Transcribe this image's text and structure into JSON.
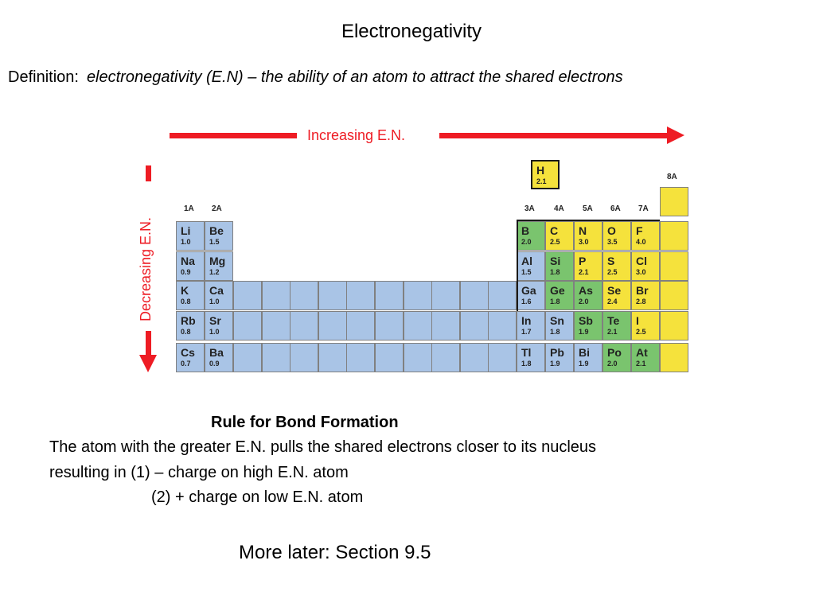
{
  "title": "Electronegativity",
  "definition": {
    "label": "Definition:",
    "text": "electronegativity (E.N) – the ability of an atom to attract the shared electrons"
  },
  "arrows": {
    "increasing": "Increasing E.N.",
    "decreasing": "Decreasing E.N."
  },
  "colors": {
    "arrow": "#ee1c24",
    "metal": "#a9c4e6",
    "nonmetal": "#f5e23c",
    "metalloid": "#7ac46e"
  },
  "groups": [
    "1A",
    "2A",
    "3A",
    "4A",
    "5A",
    "6A",
    "7A",
    "8A"
  ],
  "hydrogen": {
    "symbol": "H",
    "en": "2.1"
  },
  "elements": [
    {
      "symbol": "Li",
      "en": "1.0"
    },
    {
      "symbol": "Be",
      "en": "1.5"
    },
    {
      "symbol": "B",
      "en": "2.0"
    },
    {
      "symbol": "C",
      "en": "2.5"
    },
    {
      "symbol": "N",
      "en": "3.0"
    },
    {
      "symbol": "O",
      "en": "3.5"
    },
    {
      "symbol": "F",
      "en": "4.0"
    },
    {
      "symbol": "Na",
      "en": "0.9"
    },
    {
      "symbol": "Mg",
      "en": "1.2"
    },
    {
      "symbol": "Al",
      "en": "1.5"
    },
    {
      "symbol": "Si",
      "en": "1.8"
    },
    {
      "symbol": "P",
      "en": "2.1"
    },
    {
      "symbol": "S",
      "en": "2.5"
    },
    {
      "symbol": "Cl",
      "en": "3.0"
    },
    {
      "symbol": "K",
      "en": "0.8"
    },
    {
      "symbol": "Ca",
      "en": "1.0"
    },
    {
      "symbol": "Ga",
      "en": "1.6"
    },
    {
      "symbol": "Ge",
      "en": "1.8"
    },
    {
      "symbol": "As",
      "en": "2.0"
    },
    {
      "symbol": "Se",
      "en": "2.4"
    },
    {
      "symbol": "Br",
      "en": "2.8"
    },
    {
      "symbol": "Rb",
      "en": "0.8"
    },
    {
      "symbol": "Sr",
      "en": "1.0"
    },
    {
      "symbol": "In",
      "en": "1.7"
    },
    {
      "symbol": "Sn",
      "en": "1.8"
    },
    {
      "symbol": "Sb",
      "en": "1.9"
    },
    {
      "symbol": "Te",
      "en": "2.1"
    },
    {
      "symbol": "I",
      "en": "2.5"
    },
    {
      "symbol": "Cs",
      "en": "0.7"
    },
    {
      "symbol": "Ba",
      "en": "0.9"
    },
    {
      "symbol": "Tl",
      "en": "1.8"
    },
    {
      "symbol": "Pb",
      "en": "1.9"
    },
    {
      "symbol": "Bi",
      "en": "1.9"
    },
    {
      "symbol": "Po",
      "en": "2.0"
    },
    {
      "symbol": "At",
      "en": "2.1"
    }
  ],
  "rule": {
    "title": "Rule for Bond Formation",
    "line1": "The atom with the greater E.N. pulls the shared electrons closer to its nucleus",
    "line2": "resulting in (1) – charge on high E.N. atom",
    "line3": "(2) + charge on low E.N. atom"
  },
  "more_later": "More later:  Section 9.5"
}
